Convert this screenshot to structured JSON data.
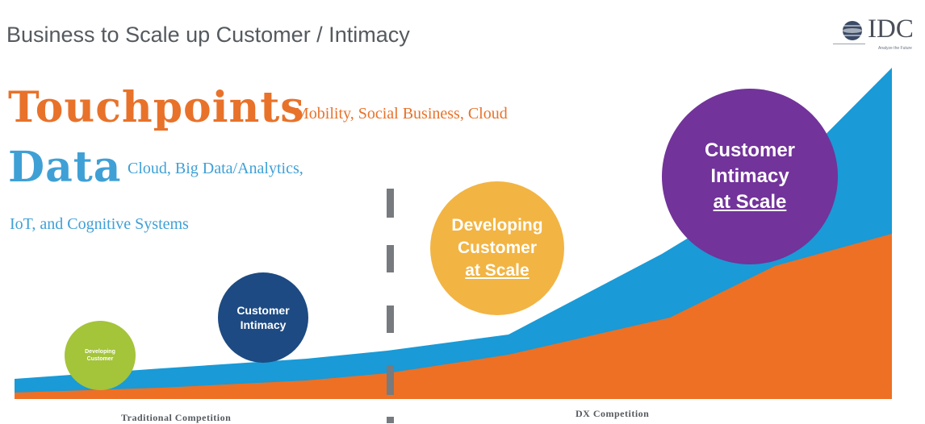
{
  "title": "Business to Scale up Customer / Intimacy",
  "logo": {
    "text": "IDC",
    "tagline": "Analyze the Future"
  },
  "touchpoints": {
    "heading": "Touchpoints",
    "detail": "Mobility, Social Business, Cloud"
  },
  "data_row": {
    "heading": "Data",
    "detail_line1": "Cloud, Big Data/Analytics,",
    "detail_line2": "IoT, and Cognitive Systems"
  },
  "stages": [
    {
      "line1": "Developing",
      "line2": "Customer",
      "line3": ""
    },
    {
      "line1": "Customer",
      "line2": "Intimacy",
      "line3": ""
    },
    {
      "line1": "Developing",
      "line2": "Customer",
      "line3": "at Scale"
    },
    {
      "line1": "Customer",
      "line2": "Intimacy",
      "line3": "at Scale"
    }
  ],
  "captions": {
    "left": "Traditional Competition",
    "right": "DX Competition"
  },
  "colors": {
    "touchpoints_orange": "#e8722a",
    "data_blue": "#3fa0d6",
    "developing_green": "#a4c43a",
    "intimacy_navy": "#1d4a82",
    "scale_yellow": "#f2b443",
    "intimacy_scale_purple": "#72339a"
  }
}
